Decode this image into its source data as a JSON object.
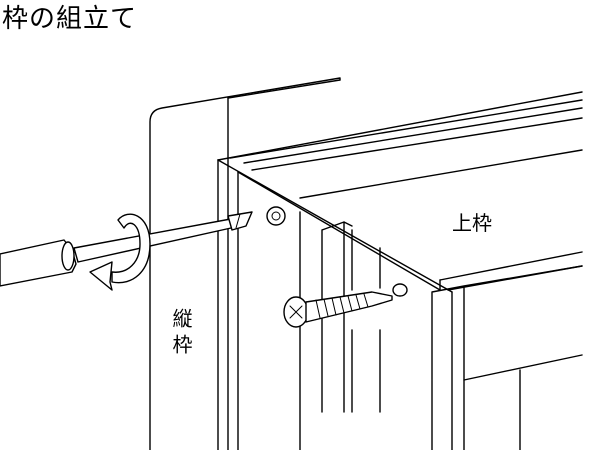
{
  "title": "枠の組立て",
  "labels": {
    "top_frame": "上枠",
    "vertical_frame": "縦枠"
  },
  "colors": {
    "line": "#000000",
    "background": "#ffffff"
  }
}
